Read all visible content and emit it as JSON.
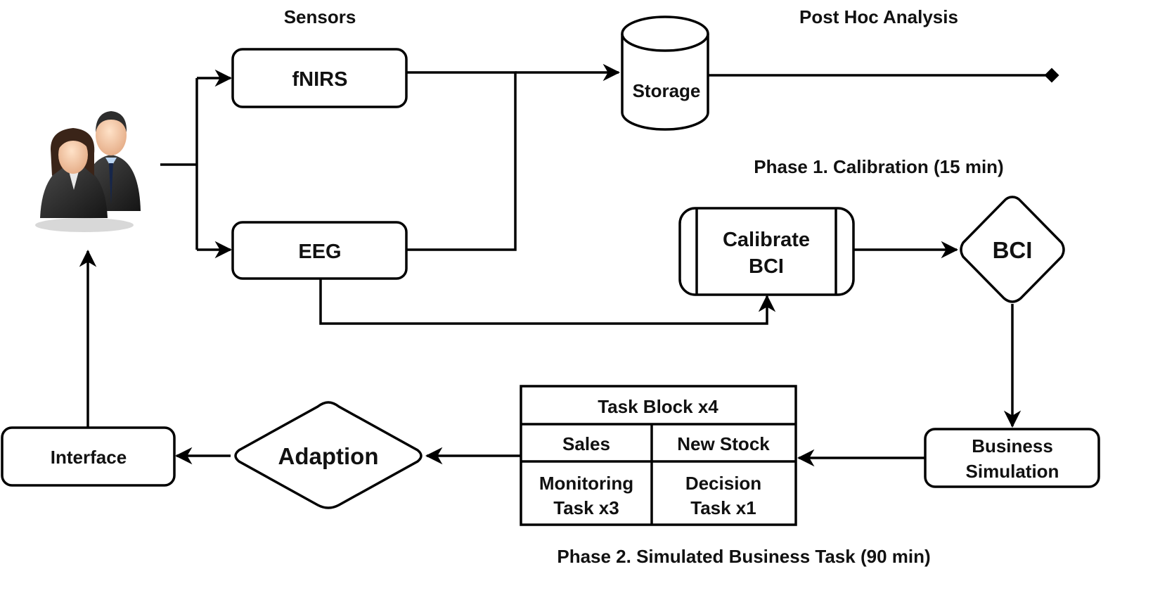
{
  "headings": {
    "sensors": "Sensors",
    "post_hoc": "Post Hoc Analysis",
    "phase1": "Phase 1. Calibration (15 min)",
    "phase2": "Phase 2. Simulated Business Task (90 min)"
  },
  "nodes": {
    "fnirs": "fNIRS",
    "eeg": "EEG",
    "storage": "Storage",
    "calibrate_line1": "Calibrate",
    "calibrate_line2": "BCI",
    "bci": "BCI",
    "business_line1": "Business",
    "business_line2": "Simulation",
    "adaption": "Adaption",
    "interface": "Interface"
  },
  "task_block": {
    "header": "Task Block x4",
    "col1_header": "Sales",
    "col2_header": "New Stock",
    "col1_line1": "Monitoring",
    "col1_line2": "Task x3",
    "col2_line1": "Decision",
    "col2_line2": "Task x1"
  },
  "colors": {
    "stroke": "#000000",
    "text": "#111111",
    "suit": "#2b2b2b",
    "skin": "#f1c9a8",
    "hair": "#3a2418"
  },
  "icons": {
    "users": "users-icon"
  }
}
